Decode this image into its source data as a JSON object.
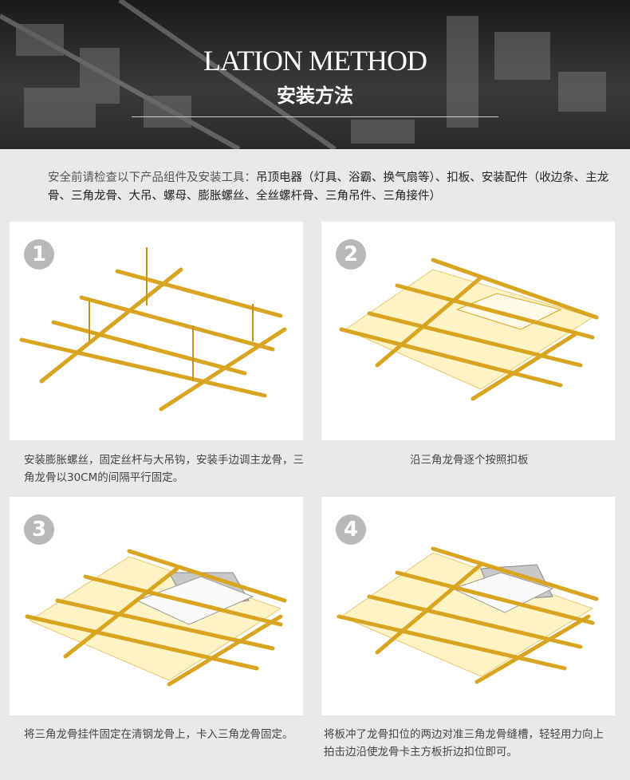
{
  "header": {
    "title_en": "LATION METHOD",
    "title_cn": "安装方法"
  },
  "intro": {
    "lead": "安全前请检查以下产品组件及安装工具：",
    "items": "吊顶电器（灯具、浴霸、换气扇等）、扣板、安装配件（收边条、主龙骨、三角龙骨、大吊、螺母、膨胀螺丝、全丝螺杆骨、三角吊件、三角接件）"
  },
  "steps": [
    {
      "number": "1",
      "caption": "安装膨胀螺丝，固定丝杆与大吊钩，安装手边调主龙骨，三角龙骨以30CM的间隔平行固定。"
    },
    {
      "number": "2",
      "caption": "沿三角龙骨逐个按照扣板"
    },
    {
      "number": "3",
      "caption": "将三角龙骨挂件固定在清钢龙骨上，卡入三角龙骨固定。"
    },
    {
      "number": "4",
      "caption": "将板冲了龙骨扣位的两边对准三角龙骨缝槽，轻轻用力向上拍击边沿使龙骨卡主方板折边扣位即可。"
    }
  ],
  "colors": {
    "frame": "#d9a521",
    "panel": "#fdf3c4"
  }
}
